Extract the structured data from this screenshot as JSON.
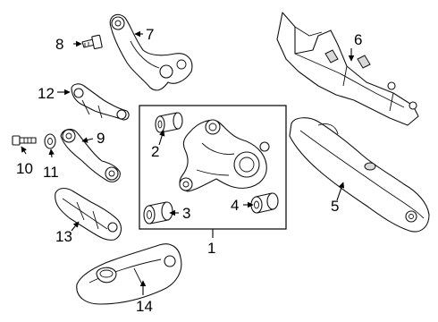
{
  "callouts": {
    "c1": "1",
    "c2": "2",
    "c3": "3",
    "c4": "4",
    "c5": "5",
    "c6": "6",
    "c7": "7",
    "c8": "8",
    "c9": "9",
    "c10": "10",
    "c11": "11",
    "c12": "12",
    "c13": "13",
    "c14": "14"
  },
  "colors": {
    "line": "#111111",
    "fill": "#ffffff",
    "shade": "#d9d9d9"
  }
}
